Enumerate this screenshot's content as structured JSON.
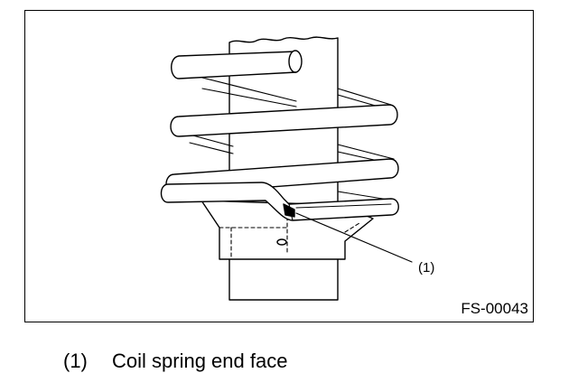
{
  "figure": {
    "callout": "(1)",
    "code": "FS-00043"
  },
  "caption": {
    "number": "(1)",
    "text": "Coil spring end face"
  }
}
